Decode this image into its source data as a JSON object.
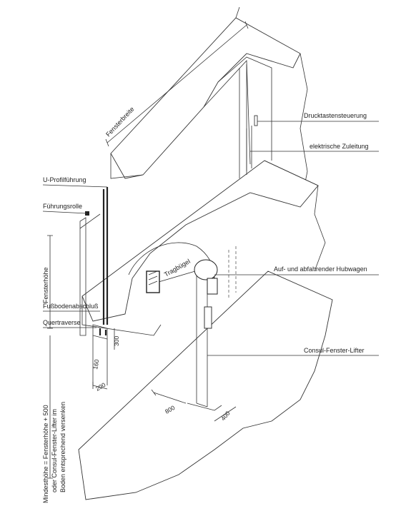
{
  "callouts": {
    "drucktastensteuerung": "Drucktastensteuerung",
    "elektrische_zuleitung": "elektrische Zuleitung",
    "u_profilfuehrung": "U-Profilführung",
    "fuehrungsrolle": "Führungsrolle",
    "hubwagen": "Auf- und abfahrender Hubwagen",
    "fussbodenabschluss": "Fußbodenabschluß",
    "quertraverse": "Quertraverse",
    "lifter": "Consul-Fenster-Lifter",
    "tragbuegel": "Tragbügel"
  },
  "dimensions": {
    "fensterbreite": "Fensterbreite",
    "fensterhoehe": "Fensterhöhe",
    "mindesthoehe_line1": "Mindesthöhe = Fensterhöhe + 500",
    "mindesthoehe_line2": "oder Consul-Fenster-Lifter im",
    "mindesthoehe_line3": "Boden entsprechend versenken",
    "d300": "300",
    "d160": "160",
    "d200": "200",
    "d800": "800",
    "d400": "400"
  }
}
